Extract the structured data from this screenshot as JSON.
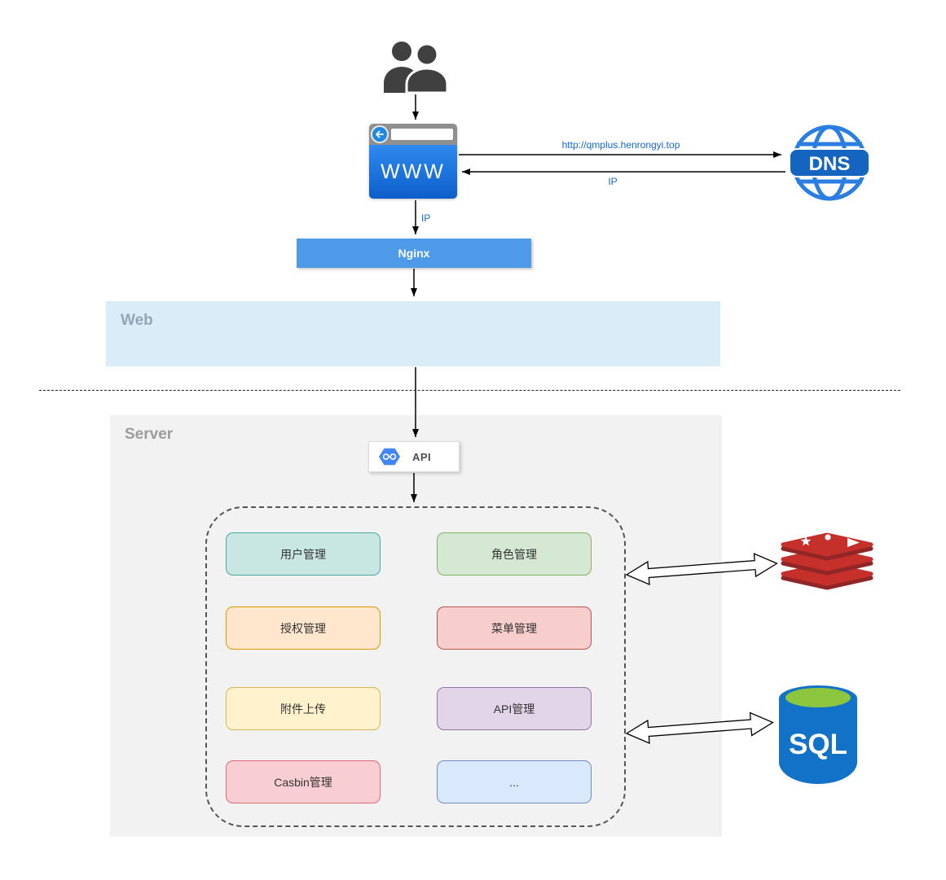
{
  "zones": {
    "web": {
      "label": "Web"
    },
    "server": {
      "label": "Server"
    }
  },
  "nodes": {
    "users": {
      "icon": "users-icon"
    },
    "browser": {
      "label": "WWW"
    },
    "dns": {
      "label": "DNS"
    },
    "nginx": {
      "label": "Nginx"
    },
    "api": {
      "label": "API"
    },
    "redis": {
      "icon": "redis-icon"
    },
    "sql": {
      "label": "SQL"
    }
  },
  "edges": {
    "browser_to_dns": "http://qmplus.henrongyi.top",
    "dns_to_browser": "IP",
    "browser_to_nginx": "IP"
  },
  "modules": [
    {
      "label": "用户管理",
      "fill": "#c9e7e2",
      "border": "#4aa8a0"
    },
    {
      "label": "角色管理",
      "fill": "#d5e8d4",
      "border": "#82b366"
    },
    {
      "label": "授权管理",
      "fill": "#ffe6cc",
      "border": "#d79b00"
    },
    {
      "label": "菜单管理",
      "fill": "#f8cecc",
      "border": "#b85450"
    },
    {
      "label": "附件上传",
      "fill": "#fff2cc",
      "border": "#d6b656"
    },
    {
      "label": "API管理",
      "fill": "#e1d5e7",
      "border": "#9673a6"
    },
    {
      "label": "Casbin管理",
      "fill": "#f9ced3",
      "border": "#de6b77"
    },
    {
      "label": "...",
      "fill": "#dae8fc",
      "border": "#6c8ebf"
    }
  ],
  "colors": {
    "edge_label_blue": "#1467d2",
    "nginx_bar": "#4f9ae8",
    "web_zone_fill": "#daecf8",
    "server_zone_fill": "#f2f2f2",
    "browser_blue": "#1273d4",
    "dns_blue": "#2a7de1",
    "redis_red": "#c6302b",
    "sql_blue": "#1172c8",
    "sql_top_green": "#8cc63e"
  }
}
